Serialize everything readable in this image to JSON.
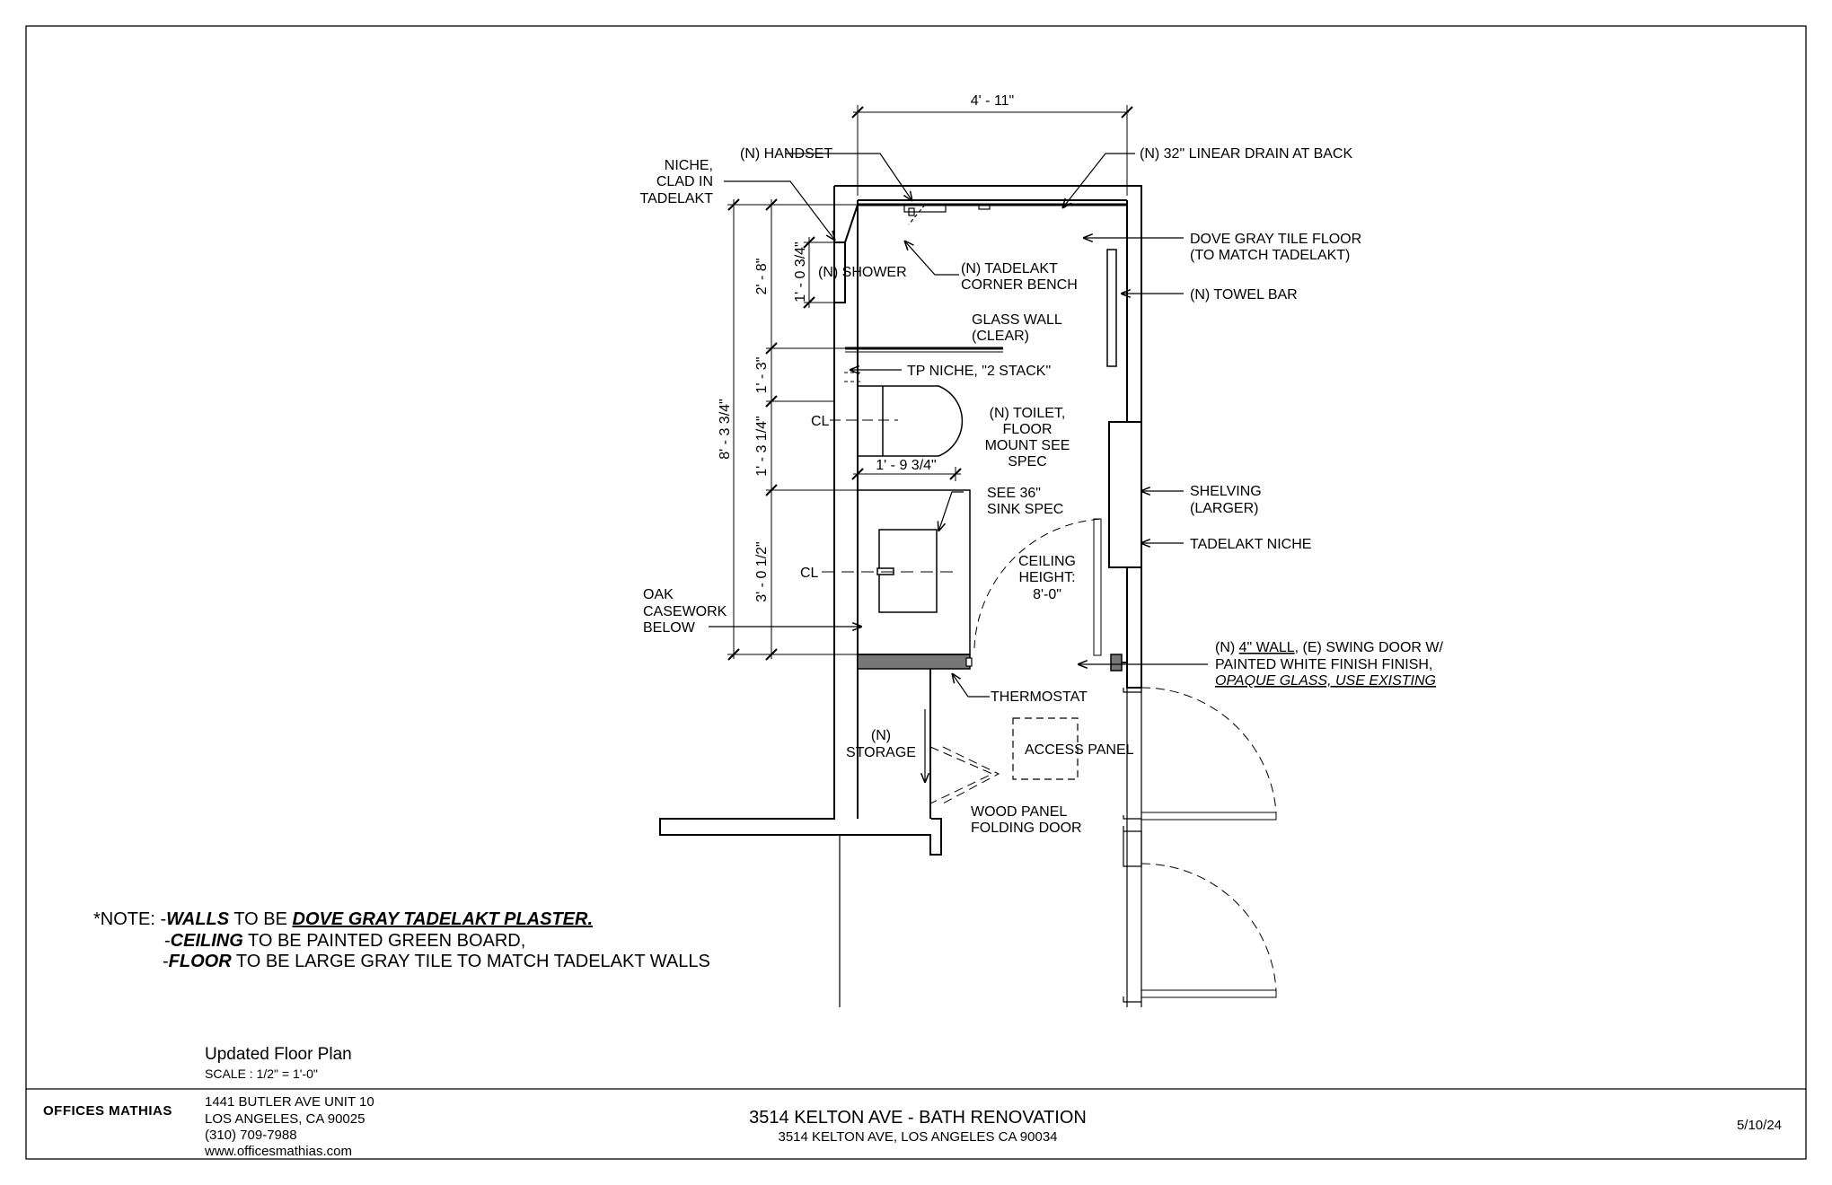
{
  "dimensions": {
    "overall_width": "4' - 11\"",
    "overall_depth": "8' - 3 3/4\"",
    "shower_depth": "2' - 8\"",
    "niche_height": "1' - 0 3/4\"",
    "toilet_offset": "1' - 3\"",
    "toilet_span": "1' - 3 1/4\"",
    "sink_zone": "3' - 0 1/2\"",
    "toilet_width": "1' - 9 3/4\""
  },
  "labels": {
    "niche": [
      "NICHE,",
      "CLAD IN",
      "TADELAKT"
    ],
    "handset": "(N) HANDSET",
    "linear_drain": "(N) 32\" LINEAR DRAIN AT BACK",
    "tile_floor": [
      "DOVE GRAY TILE FLOOR",
      "(TO MATCH TADELAKT)"
    ],
    "shower": "(N) SHOWER",
    "corner_bench": [
      "(N) TADELAKT",
      "CORNER BENCH"
    ],
    "towel_bar": "(N) TOWEL BAR",
    "glass_wall": [
      "GLASS WALL",
      "(CLEAR)"
    ],
    "tp_niche": "TP NICHE, \"2 STACK\"",
    "toilet": [
      "(N) TOILET,",
      "FLOOR",
      "MOUNT SEE",
      "SPEC"
    ],
    "cl_1": "CL",
    "cl_2": "CL",
    "sink": [
      "SEE 36\"",
      "SINK SPEC"
    ],
    "shelving": [
      "SHELVING",
      "(LARGER)"
    ],
    "tadelakt_niche": "TADELAKT NICHE",
    "ceiling": [
      "CEILING",
      "HEIGHT:",
      "8'-0\""
    ],
    "casework": [
      "OAK",
      "CASEWORK",
      "BELOW"
    ],
    "door_line1_pre": "(N) ",
    "door_line1_u": "4\" WALL",
    "door_line1_post": ", (E) SWING DOOR W/",
    "door_line2": "PAINTED WHITE FINISH FINISH,",
    "door_line3": "OPAQUE GLASS, USE EXISTING",
    "thermostat": "THERMOSTAT",
    "storage": [
      "(N)",
      "STORAGE"
    ],
    "access_panel": "ACCESS PANEL",
    "folding_door": [
      "WOOD PANEL",
      "FOLDING DOOR"
    ]
  },
  "note": {
    "prefix": "*NOTE: -",
    "walls_b": "WALLS",
    "walls_t": " TO BE ",
    "walls_u": "DOVE GRAY TADELAKT PLASTER.",
    "ceiling_dash": "-",
    "ceiling_b": "CEILING",
    "ceiling_t": " TO BE PAINTED GREEN BOARD,",
    "floor_dash": "-",
    "floor_b": "FLOOR",
    "floor_t": " TO BE LARGE GRAY TILE TO MATCH TADELAKT WALLS"
  },
  "title_block": {
    "drawing_title": "Updated Floor Plan",
    "scale": "SCALE :  1/2\" = 1'-0\"",
    "firm": "OFFICES MATHIAS",
    "address": [
      "1441 BUTLER AVE UNIT 10",
      "LOS ANGELES, CA 90025",
      "(310) 709-7988",
      "www.officesmathias.com"
    ],
    "project_title": "3514 KELTON AVE - BATH RENOVATION",
    "project_address": "3514 KELTON AVE, LOS ANGELES CA 90034",
    "date": "5/10/24"
  }
}
